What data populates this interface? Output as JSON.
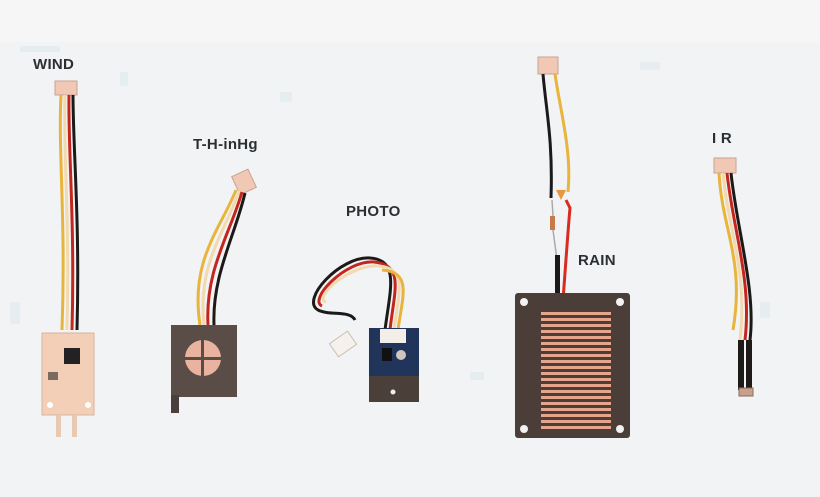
{
  "scene": {
    "description": "Photo of five weather-station sensor modules with cables on a light background",
    "background_color": "#f1f3f4",
    "top_band_color": "#f6f6f6"
  },
  "labels": {
    "wind": "WIND",
    "thp": "T-H-inHg",
    "photo": "PHOTO",
    "rain": "RAIN",
    "ir": "I R"
  },
  "sensors": [
    {
      "id": "wind",
      "label": "WIND",
      "parts": [
        "4-pin connector",
        "4-wire cable (yellow, cream, red, black)",
        "pcb board with chip",
        "two probe pins"
      ]
    },
    {
      "id": "thp",
      "label": "T-H-inHg",
      "parts": [
        "4-pin connector",
        "4-wire cable",
        "dark square housing with cross-window"
      ]
    },
    {
      "id": "photo",
      "label": "PHOTO",
      "parts": [
        "looped 4-wire cable",
        "white connector",
        "blue pcb with chip and photo sensor"
      ]
    },
    {
      "id": "rain",
      "label": "RAIN",
      "parts": [
        "2-pin connector",
        "black and yellow wires",
        "resistor",
        "capacitor",
        "red wire",
        "rain detection plate"
      ]
    },
    {
      "id": "ir",
      "label": "I R",
      "parts": [
        "4-pin connector",
        "4-wire cable",
        "heat-shrink tubes",
        "IR sensor tip"
      ]
    }
  ],
  "colors": {
    "wire_yellow": "#e9b43c",
    "wire_cream": "#f1d9b0",
    "wire_red": "#c4251f",
    "wire_black": "#1c1a19",
    "connector": "#f0c8b4",
    "pcb_peach": "#f2cfb6",
    "housing": "#5a4d47",
    "pcb_blue": "#21345a",
    "copper": "#e6a58a",
    "plate": "#4b3d37"
  }
}
